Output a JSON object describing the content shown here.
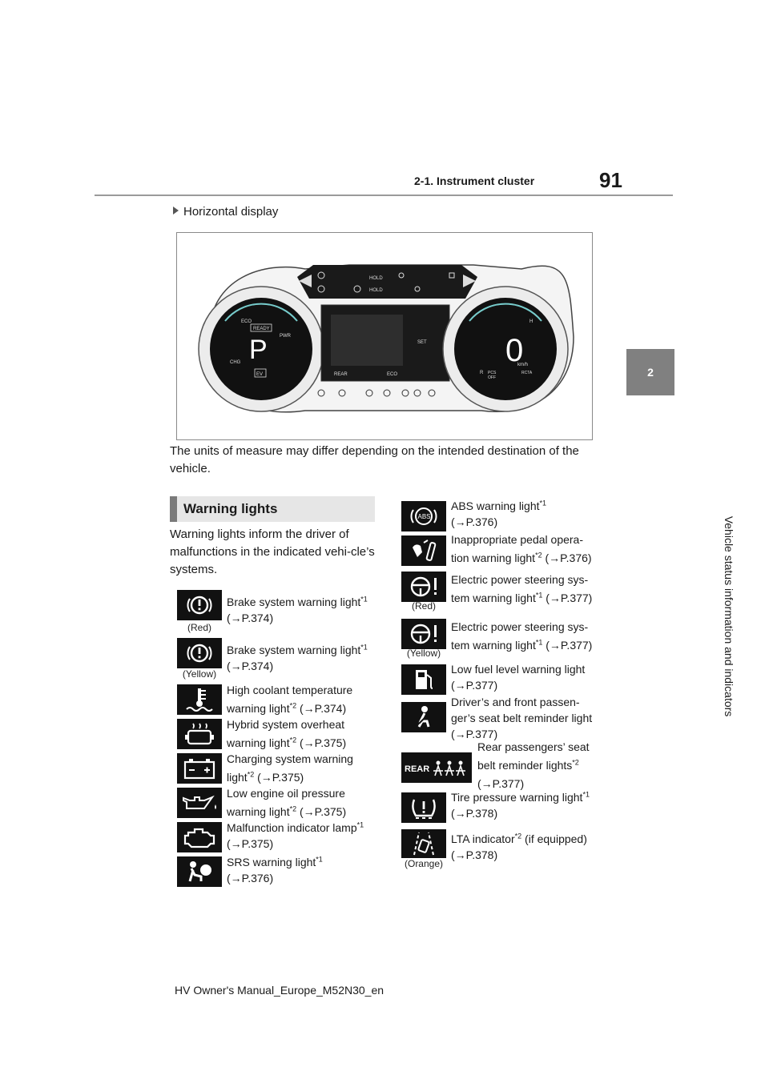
{
  "header": {
    "page_number": "91",
    "section": "2-1. Instrument cluster"
  },
  "chapter_tab": {
    "number": "2",
    "title": "Vehicle status information and indicators"
  },
  "display_heading": "Horizontal display",
  "cluster": {
    "left_gauge": {
      "gear": "P",
      "eco": "ECO",
      "ready": "READY",
      "pwr": "PWR",
      "chg": "CHG",
      "ev": "EV"
    },
    "center": {
      "rear": "REAR",
      "eco": "ECO",
      "set": "SET",
      "hold": "HOLD"
    },
    "right_gauge": {
      "speed": "0",
      "unit": "km/h",
      "r_label": "R",
      "h_label": "H",
      "pcs": "PCS",
      "off": "OFF",
      "rcta": "RCTA"
    }
  },
  "units_note": "The units of measure may differ depending on the intended destination of the vehicle.",
  "warning_section": {
    "heading": "Warning lights",
    "intro": "Warning lights inform the driver of malfunctions in the indicated vehi-cle’s systems."
  },
  "left_items": [
    {
      "icon": "brake-warning-icon",
      "caption": "(Red)",
      "line1": "Brake system warning light",
      "sup1": "*1",
      "line2": "(→P.374)",
      "sup2": ""
    },
    {
      "icon": "brake-warning-icon",
      "caption": "(Yellow)",
      "line1": "Brake system warning light",
      "sup1": "*1",
      "line2": "(→P.374)",
      "sup2": ""
    },
    {
      "icon": "coolant-temperature-icon",
      "caption": "",
      "line1": "High coolant temperature",
      "sup1": "",
      "line2": "warning light",
      "sup2": "*2",
      "line3": " (→P.374)"
    },
    {
      "icon": "hybrid-overheat-icon",
      "caption": "",
      "line1": "Hybrid system overheat",
      "sup1": "",
      "line2": "warning light",
      "sup2": "*2",
      "line3": " (→P.375)"
    },
    {
      "icon": "battery-icon",
      "caption": "",
      "line1": "Charging system warning",
      "sup1": "",
      "line2": "light",
      "sup2": "*2",
      "line3": " (→P.375)"
    },
    {
      "icon": "oil-pressure-icon",
      "caption": "",
      "line1": "Low engine oil pressure",
      "sup1": "",
      "line2": "warning light",
      "sup2": "*2",
      "line3": " (→P.375)"
    },
    {
      "icon": "engine-check-icon",
      "caption": "",
      "line1": "Malfunction indicator lamp",
      "sup1": "*1",
      "line2": "(→P.375)",
      "sup2": ""
    },
    {
      "icon": "airbag-icon",
      "caption": "",
      "line1": "SRS warning light",
      "sup1": "*1",
      "line2": "(→P.376)",
      "sup2": ""
    }
  ],
  "right_items": [
    {
      "icon": "abs-icon",
      "caption": "",
      "line1": "ABS warning light",
      "sup1": "*1",
      "line2": "(→P.376)",
      "sup2": ""
    },
    {
      "icon": "pedal-operation-icon",
      "caption": "",
      "line1": "Inappropriate pedal opera-",
      "sup1": "",
      "line2": "tion warning light",
      "sup2": "*2",
      "line3": " (→P.376)"
    },
    {
      "icon": "steering-warning-icon",
      "caption": "(Red)",
      "line1": "Electric power steering sys-",
      "sup1": "",
      "line2": "tem warning light",
      "sup2": "*1",
      "line3": " (→P.377)"
    },
    {
      "icon": "steering-warning-icon",
      "caption": "(Yellow)",
      "line1": "Electric power steering sys-",
      "sup1": "",
      "line2": "tem warning light",
      "sup2": "*1",
      "line3": " (→P.377)"
    },
    {
      "icon": "fuel-icon",
      "caption": "",
      "line1": "Low fuel level warning light",
      "sup1": "",
      "line2": "(→P.377)",
      "sup2": ""
    },
    {
      "icon": "seatbelt-icon",
      "caption": "",
      "line1": "Driver’s and front passen-",
      "line1b": "ger’s seat belt reminder light",
      "line2": "(→P.377)",
      "sup1": "",
      "sup2": ""
    },
    {
      "icon": "rear-seatbelt-icon",
      "icon_text": "REAR",
      "caption": "",
      "line1": "Rear passengers’ seat",
      "sup1": "",
      "line2": "belt reminder lights",
      "sup2": "*2",
      "line3": "(→P.377)"
    },
    {
      "icon": "tire-pressure-icon",
      "caption": "",
      "line1": "Tire pressure warning light",
      "sup1": "*1",
      "line2": "(→P.378)",
      "sup2": ""
    },
    {
      "icon": "lta-icon",
      "caption": "(Orange)",
      "line1": "LTA indicator",
      "sup1": "*2",
      "line1c": " (if equipped)",
      "line2": "(→P.378)",
      "sup2": ""
    }
  ],
  "footer": "HV Owner's Manual_Europe_M52N30_en"
}
